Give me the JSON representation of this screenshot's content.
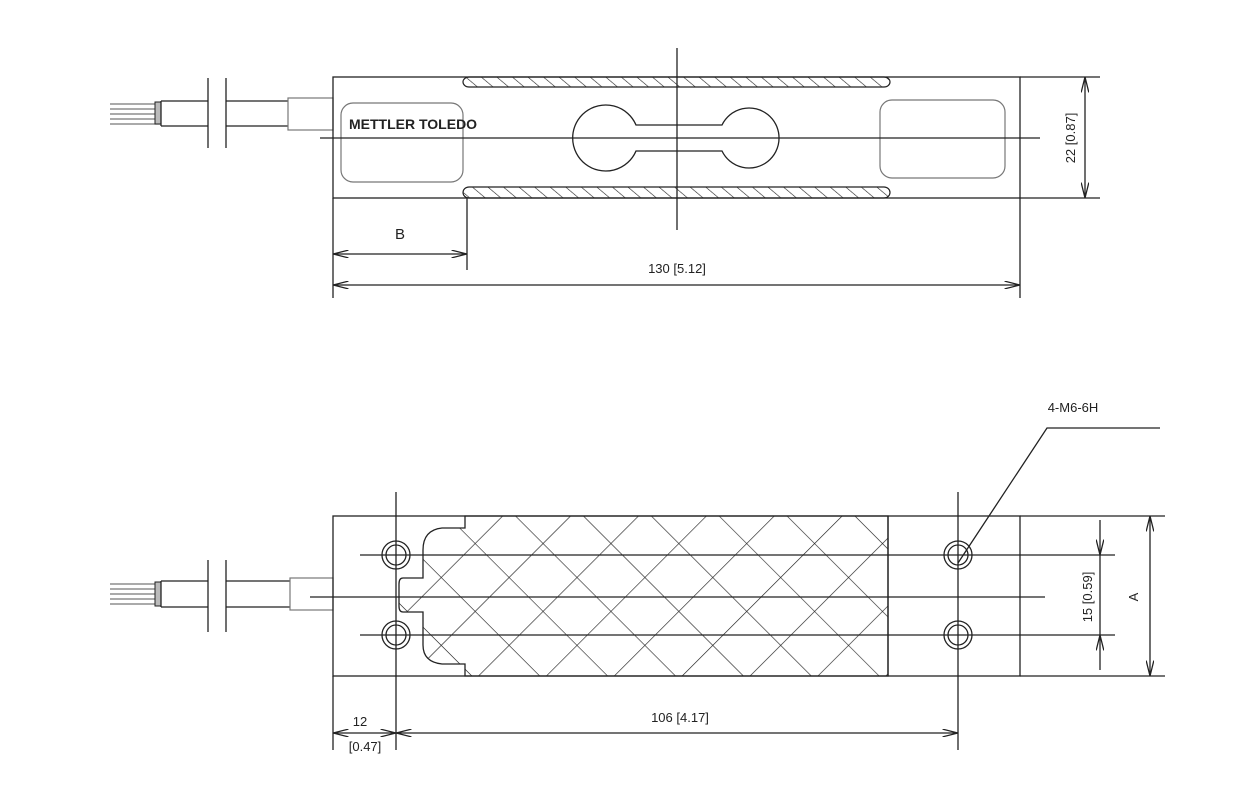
{
  "logo": "METTLER TOLEDO",
  "top_view": {
    "height_dim": "22 [0.87]",
    "b_dim": "B",
    "length_dim": "130 [5.12]"
  },
  "bottom_view": {
    "thread_callout": "4-M6-6H",
    "hole_spacing_dim": "15 [0.59]",
    "a_dim": "A",
    "edge_dim": "12",
    "edge_dim_inch": "[0.47]",
    "hole_pitch_dim": "106 [4.17]"
  }
}
